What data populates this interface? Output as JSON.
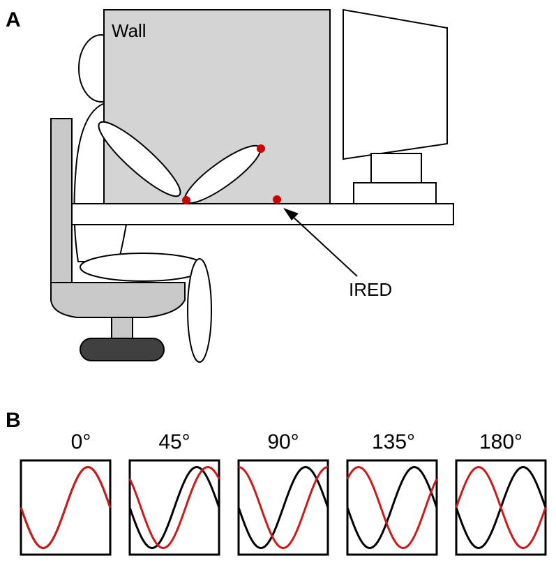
{
  "panel_a": {
    "letter": "A",
    "wall_label": "Wall",
    "marker_label": "IRED"
  },
  "panel_b": {
    "letter": "B",
    "phases": [
      {
        "label": "0°",
        "offset_deg": 0
      },
      {
        "label": "45°",
        "offset_deg": 45
      },
      {
        "label": "90°",
        "offset_deg": 90
      },
      {
        "label": "135°",
        "offset_deg": 135
      },
      {
        "label": "180°",
        "offset_deg": 180
      }
    ]
  },
  "colors": {
    "wall": "#d4d4d4",
    "chair": "#c8c8c8",
    "chair_base": "#404040",
    "marker": "#cc0000",
    "reference_wave": "#000000",
    "phase_wave": "#cc1a1a"
  }
}
